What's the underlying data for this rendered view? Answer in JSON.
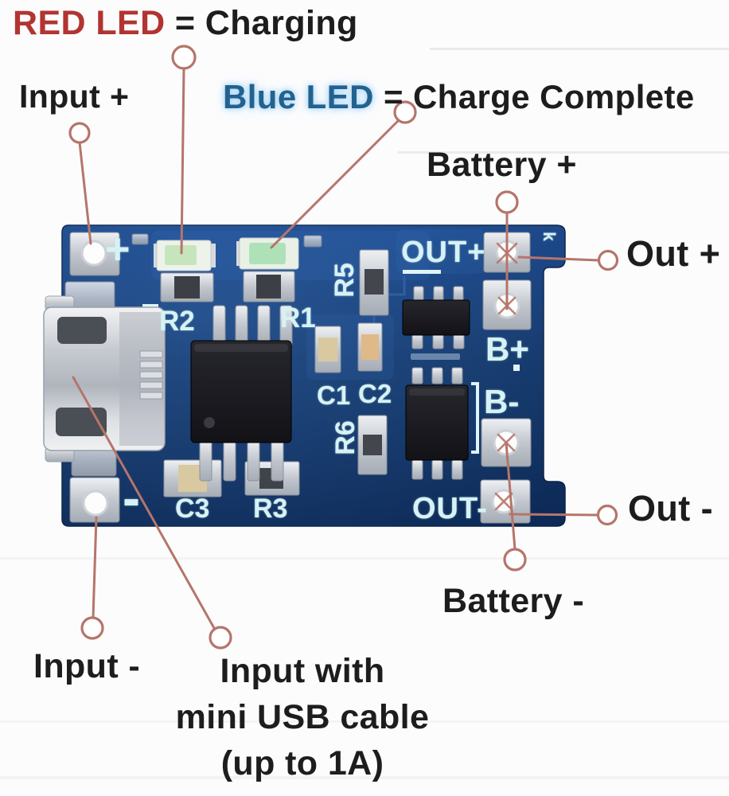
{
  "annotations": {
    "red_led_term": "RED LED",
    "red_led_rest": " = Charging",
    "blue_led_term": "Blue LED",
    "blue_led_rest": " = Charge Complete",
    "input_plus": "Input +",
    "input_minus": "Input -",
    "battery_plus": "Battery +",
    "battery_minus": "Battery -",
    "out_plus": "Out +",
    "out_minus": "Out -",
    "usb_label_line1": "Input with",
    "usb_label_line2": "mini USB cable",
    "usb_label_line3": "(up to 1A)"
  },
  "board_silkscreen": {
    "plus_mark": "+",
    "minus_mark": "-",
    "out_plus": "OUT+",
    "out_minus": "OUT-",
    "b_plus": "B+",
    "b_minus": "B-",
    "r1": "R1",
    "r2": "R2",
    "r3": "R3",
    "r5": "R5",
    "r6": "R6",
    "c1": "C1",
    "c2": "C2",
    "c3": "C3",
    "k_mark": "k"
  },
  "colors": {
    "red_led_text": "#b23430",
    "blue_led_text": "#23628f",
    "label_text": "#1d1d1d",
    "callout_line": "#b5756a",
    "pcb_blue": "#123465",
    "silkscreen": "#d7f2f5"
  }
}
